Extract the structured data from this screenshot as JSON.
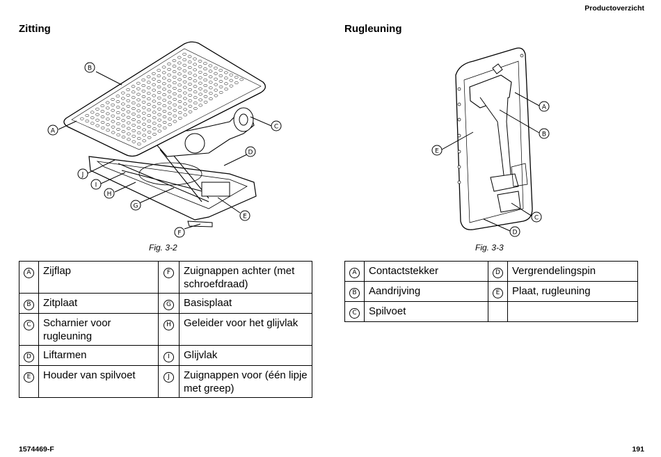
{
  "header": {
    "section": "Productoverzicht"
  },
  "left": {
    "title": "Zitting",
    "caption": "Fig.  3-2",
    "callouts": {
      "A": "A",
      "B": "B",
      "C": "C",
      "D": "D",
      "E": "E",
      "F": "F",
      "G": "G",
      "H": "H",
      "I": "I",
      "J": "J"
    },
    "rows": [
      {
        "l1": "A",
        "t1": "Zijflap",
        "l2": "F",
        "t2": "Zuignappen achter (met schroefdraad)"
      },
      {
        "l1": "B",
        "t1": "Zitplaat",
        "l2": "G",
        "t2": "Basisplaat"
      },
      {
        "l1": "C",
        "t1": "Scharnier voor rugleuning",
        "l2": "H",
        "t2": "Geleider voor het glijvlak"
      },
      {
        "l1": "D",
        "t1": "Liftarmen",
        "l2": "I",
        "t2": "Glijvlak"
      },
      {
        "l1": "E",
        "t1": "Houder van spilvoet",
        "l2": "J",
        "t2": "Zuignappen voor (één lipje met greep)"
      }
    ]
  },
  "right": {
    "title": "Rugleuning",
    "caption": "Fig.  3-3",
    "callouts": {
      "A": "A",
      "B": "B",
      "C": "C",
      "D": "D",
      "E": "E"
    },
    "rows": [
      {
        "l1": "A",
        "t1": "Contactstekker",
        "l2": "D",
        "t2": "Vergrendelingspin"
      },
      {
        "l1": "B",
        "t1": "Aandrijving",
        "l2": "E",
        "t2": "Plaat, rugleuning"
      },
      {
        "l1": "C",
        "t1": "Spilvoet",
        "l2": "",
        "t2": ""
      }
    ]
  },
  "footer": {
    "doc_number": "1574469-F",
    "page_number": "191"
  }
}
